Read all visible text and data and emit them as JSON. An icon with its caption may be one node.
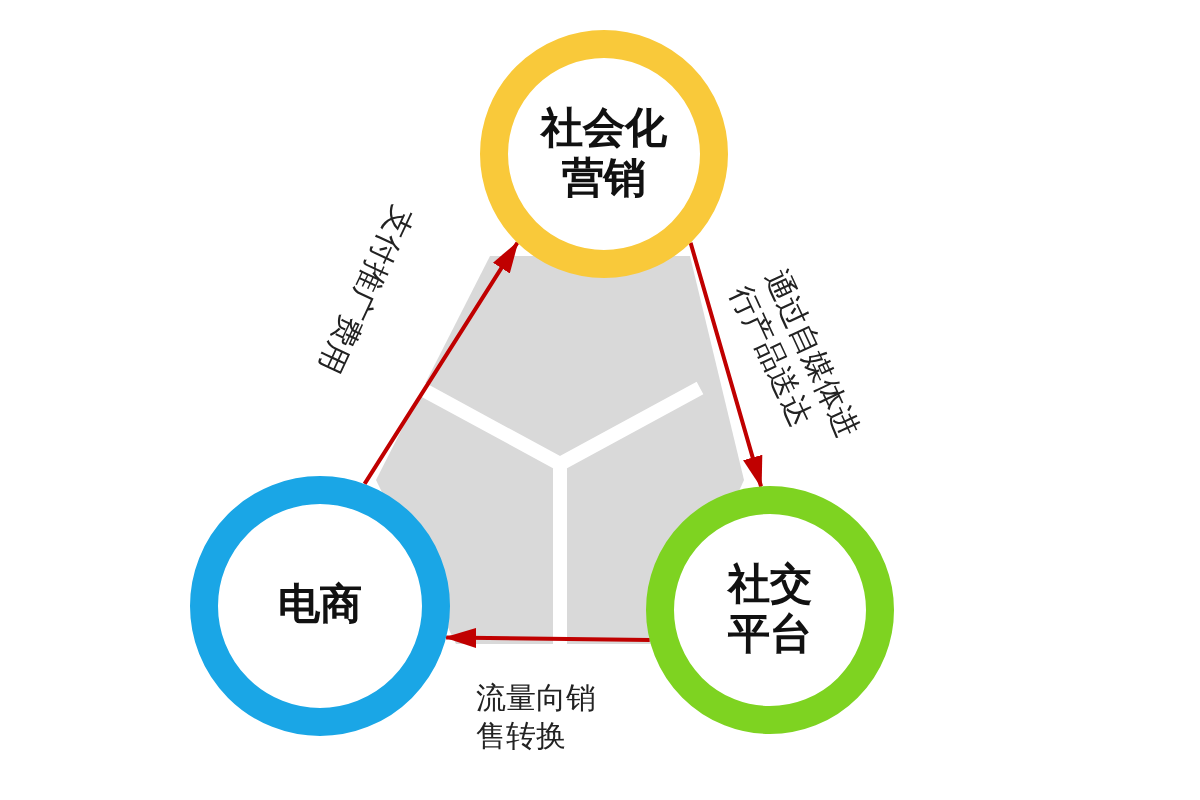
{
  "diagram": {
    "nodes": [
      {
        "text": [
          "社会化营销"
        ]
      },
      {
        "text": [
          "电商"
        ]
      },
      {
        "text": [
          "社交平台"
        ]
      }
    ],
    "edges": [
      {
        "from": 1,
        "to": 0,
        "arrow": "to",
        "label": "支付推广费用"
      },
      {
        "from": 0,
        "to": 2,
        "arrow": "to",
        "label": "通过自媒体进行产品送达"
      },
      {
        "from": 2,
        "to": 1,
        "arrow": "to",
        "label": "流量向销售转换"
      }
    ]
  }
}
